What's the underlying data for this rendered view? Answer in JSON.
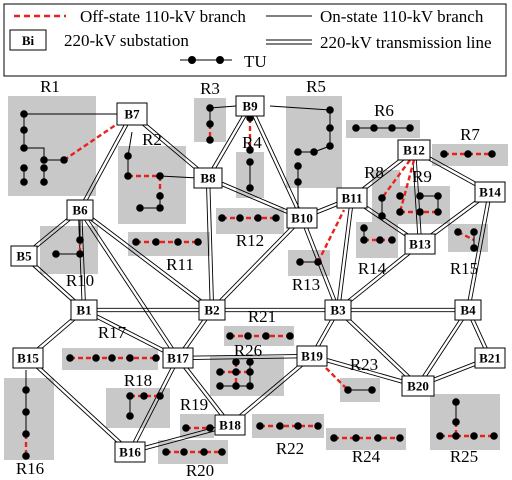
{
  "colors": {
    "off_line": "#e8231d",
    "on_line": "#000000",
    "region_fill": "#c8c8c8",
    "substation_fill": "#ffffff",
    "tu_fill": "#000000"
  },
  "legend": {
    "off_branch": "Off-state 110-kV branch",
    "on_branch": "On-state 110-kV branch",
    "substation_symbol": "Bi",
    "substation": "220-kV substation",
    "transmission_line": "220-kV transmission line",
    "tu": "TU"
  },
  "substations": [
    "B1",
    "B2",
    "B3",
    "B4",
    "B5",
    "B6",
    "B7",
    "B8",
    "B9",
    "B10",
    "B11",
    "B12",
    "B13",
    "B14",
    "B15",
    "B16",
    "B17",
    "B18",
    "B19",
    "B20",
    "B21"
  ],
  "regions": [
    "R1",
    "R2",
    "R3",
    "R4",
    "R5",
    "R6",
    "R7",
    "R8",
    "R9",
    "R10",
    "R11",
    "R12",
    "R13",
    "R14",
    "R15",
    "R16",
    "R17",
    "R18",
    "R19",
    "R20",
    "R21",
    "R22",
    "R23",
    "R24",
    "R25",
    "R26"
  ]
}
